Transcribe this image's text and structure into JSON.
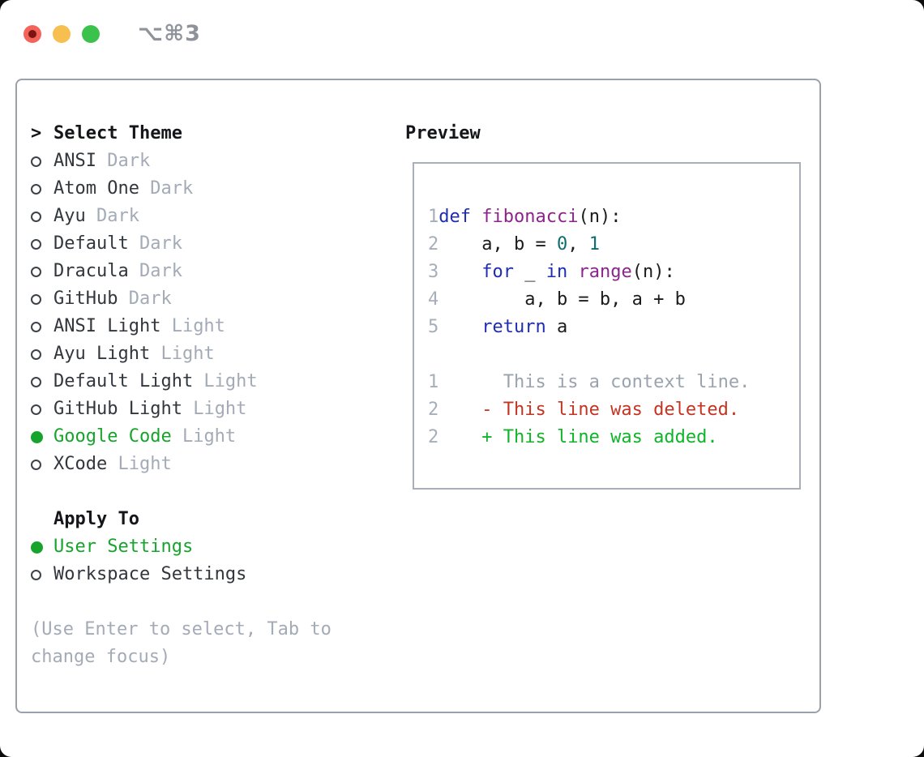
{
  "window": {
    "title": "⌥⌘3"
  },
  "palette": {
    "selected_green": "#16a42d",
    "muted_gray": "#a3abb7",
    "text_dark": "#32363d",
    "header_black": "#14161a",
    "keyword_blue": "#1f2db0",
    "function_purple": "#8b258b",
    "literal_teal": "#0d6e6e",
    "line_number_gray": "#a6aeb9",
    "diff_deleted_red": "#c53422",
    "diff_added_green": "#10b428",
    "traffic_red": "#f4635a",
    "traffic_yellow": "#f6bf4f",
    "traffic_green": "#3bc24c"
  },
  "theme_list": {
    "prompt": ">",
    "header": "Select Theme",
    "items": [
      {
        "name": "ANSI",
        "variant": "Dark",
        "selected": false
      },
      {
        "name": "Atom One",
        "variant": "Dark",
        "selected": false
      },
      {
        "name": "Ayu",
        "variant": "Dark",
        "selected": false
      },
      {
        "name": "Default",
        "variant": "Dark",
        "selected": false
      },
      {
        "name": "Dracula",
        "variant": "Dark",
        "selected": false
      },
      {
        "name": "GitHub",
        "variant": "Dark",
        "selected": false
      },
      {
        "name": "ANSI Light",
        "variant": "Light",
        "selected": false
      },
      {
        "name": "Ayu Light",
        "variant": "Light",
        "selected": false
      },
      {
        "name": "Default Light",
        "variant": "Light",
        "selected": false
      },
      {
        "name": "GitHub Light",
        "variant": "Light",
        "selected": false
      },
      {
        "name": "Google Code",
        "variant": "Light",
        "selected": true
      },
      {
        "name": "XCode",
        "variant": "Light",
        "selected": false
      }
    ]
  },
  "apply_to": {
    "header": "Apply To",
    "items": [
      {
        "label": "User Settings",
        "selected": true
      },
      {
        "label": "Workspace Settings",
        "selected": false
      }
    ]
  },
  "help_text": "(Use Enter to select, Tab to change focus)",
  "preview": {
    "header": "Preview",
    "code_lines": [
      {
        "num": "1",
        "segments": [
          {
            "color": "keyword",
            "text": "def"
          },
          {
            "color": "plain",
            "text": " "
          },
          {
            "color": "function",
            "text": "fibonacci"
          },
          {
            "color": "plain",
            "text": "(n):"
          }
        ]
      },
      {
        "num": "2",
        "segments": [
          {
            "color": "plain",
            "text": "    a, b = "
          },
          {
            "color": "literal",
            "text": "0"
          },
          {
            "color": "plain",
            "text": ", "
          },
          {
            "color": "literal",
            "text": "1"
          }
        ]
      },
      {
        "num": "3",
        "segments": [
          {
            "color": "plain",
            "text": "    "
          },
          {
            "color": "keyword",
            "text": "for"
          },
          {
            "color": "plain",
            "text": " _ "
          },
          {
            "color": "keyword",
            "text": "in"
          },
          {
            "color": "plain",
            "text": " "
          },
          {
            "color": "function",
            "text": "range"
          },
          {
            "color": "plain",
            "text": "(n):"
          }
        ]
      },
      {
        "num": "4",
        "segments": [
          {
            "color": "plain",
            "text": "        a, b = b, a + b"
          }
        ]
      },
      {
        "num": "5",
        "segments": [
          {
            "color": "plain",
            "text": "    "
          },
          {
            "color": "keyword",
            "text": "return"
          },
          {
            "color": "plain",
            "text": " a"
          }
        ]
      }
    ],
    "diff_lines": [
      {
        "num": "1",
        "kind": "context",
        "segments": [
          {
            "color": "context",
            "text": "      This is a context line."
          }
        ]
      },
      {
        "num": "2",
        "kind": "deleted",
        "segments": [
          {
            "color": "deleted",
            "text": "    - This line was deleted."
          }
        ]
      },
      {
        "num": "2",
        "kind": "added",
        "segments": [
          {
            "color": "added",
            "text": "    + This line was added."
          }
        ]
      }
    ]
  }
}
